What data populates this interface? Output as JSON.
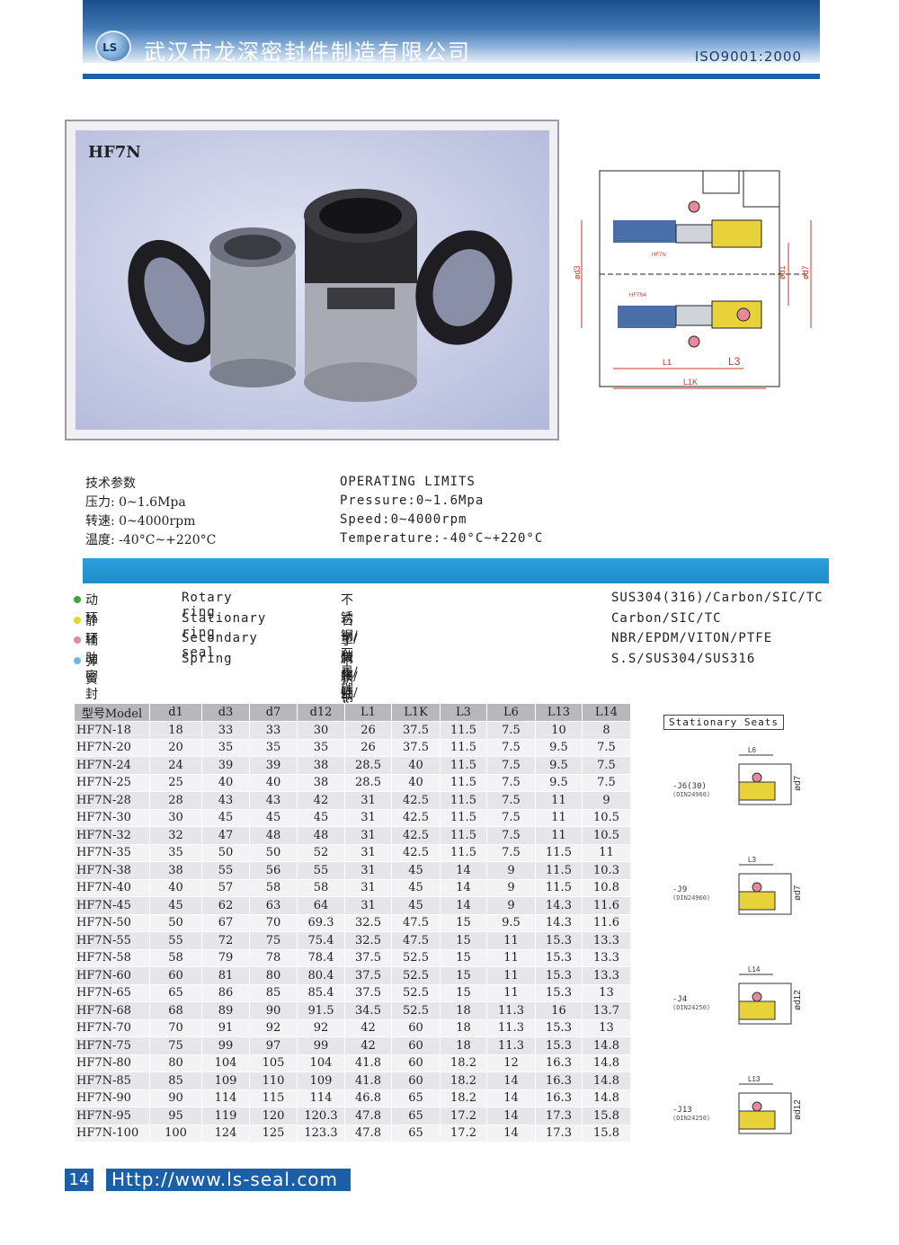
{
  "header": {
    "logo_text": "LS",
    "company": "武汉市龙深密封件制造有限公司",
    "iso": "ISO9001:2000"
  },
  "product": {
    "model": "HF7N"
  },
  "diagram": {
    "labels": {
      "d3": "ød3",
      "d1": "ød1",
      "d7": "ød7",
      "l1": "L1",
      "l3": "L3",
      "l1k": "L1K",
      "part1": "HF7N",
      "part2": "HF7N4"
    }
  },
  "specs_cn": {
    "title": "技术参数",
    "pressure": "压力: 0~1.6Mpa",
    "speed": "转速: 0~4000rpm",
    "temperature": "温度: -40°C~+220°C"
  },
  "specs_en": {
    "title": "OPERATING LIMITS",
    "pressure": "Pressure:0~1.6Mpa",
    "speed": "Speed:0~4000rpm",
    "temperature": "Temperature:-40°C~+220°C"
  },
  "materials": [
    {
      "cn": "动环",
      "en": "Rotary ring",
      "mat_cn": "不锈钢/石墨/碳化硅/碳化钨",
      "mat_en": "SUS304(316)/Carbon/SIC/TC",
      "color": "#3aa83a"
    },
    {
      "cn": "静环",
      "en": "Stationary ring",
      "mat_cn": "石墨/碳化硅/碳化钨",
      "mat_en": "Carbon/SIC/TC",
      "color": "#e8d62a"
    },
    {
      "cn": "辅助密封",
      "en": "Secondary seal",
      "mat_cn": "丁腈胶/三元乙丙/氟胶/聚四氟乙烯",
      "mat_en": "NBR/EPDM/VITON/PTFE",
      "color": "#e58a9a"
    },
    {
      "cn": "弹簧",
      "en": "Spring",
      "mat_cn": "不锈钢",
      "mat_en": "S.S/SUS304/SUS316",
      "color": "#6fb6e0"
    }
  ],
  "table": {
    "headers": [
      "型号Model",
      "d1",
      "d3",
      "d7",
      "d12",
      "L1",
      "L1K",
      "L3",
      "L6",
      "L13",
      "L14"
    ],
    "rows": [
      [
        "HF7N-18",
        "18",
        "33",
        "33",
        "30",
        "26",
        "37.5",
        "11.5",
        "7.5",
        "10",
        "8"
      ],
      [
        "HF7N-20",
        "20",
        "35",
        "35",
        "35",
        "26",
        "37.5",
        "11.5",
        "7.5",
        "9.5",
        "7.5"
      ],
      [
        "HF7N-24",
        "24",
        "39",
        "39",
        "38",
        "28.5",
        "40",
        "11.5",
        "7.5",
        "9.5",
        "7.5"
      ],
      [
        "HF7N-25",
        "25",
        "40",
        "40",
        "38",
        "28.5",
        "40",
        "11.5",
        "7.5",
        "9.5",
        "7.5"
      ],
      [
        "HF7N-28",
        "28",
        "43",
        "43",
        "42",
        "31",
        "42.5",
        "11.5",
        "7.5",
        "11",
        "9"
      ],
      [
        "HF7N-30",
        "30",
        "45",
        "45",
        "45",
        "31",
        "42.5",
        "11.5",
        "7.5",
        "11",
        "10.5"
      ],
      [
        "HF7N-32",
        "32",
        "47",
        "48",
        "48",
        "31",
        "42.5",
        "11.5",
        "7.5",
        "11",
        "10.5"
      ],
      [
        "HF7N-35",
        "35",
        "50",
        "50",
        "52",
        "31",
        "42.5",
        "11.5",
        "7.5",
        "11.5",
        "11"
      ],
      [
        "HF7N-38",
        "38",
        "55",
        "56",
        "55",
        "31",
        "45",
        "14",
        "9",
        "11.5",
        "10.3"
      ],
      [
        "HF7N-40",
        "40",
        "57",
        "58",
        "58",
        "31",
        "45",
        "14",
        "9",
        "11.5",
        "10.8"
      ],
      [
        "HF7N-45",
        "45",
        "62",
        "63",
        "64",
        "31",
        "45",
        "14",
        "9",
        "14.3",
        "11.6"
      ],
      [
        "HF7N-50",
        "50",
        "67",
        "70",
        "69.3",
        "32.5",
        "47.5",
        "15",
        "9.5",
        "14.3",
        "11.6"
      ],
      [
        "HF7N-55",
        "55",
        "72",
        "75",
        "75.4",
        "32.5",
        "47.5",
        "15",
        "11",
        "15.3",
        "13.3"
      ],
      [
        "HF7N-58",
        "58",
        "79",
        "78",
        "78.4",
        "37.5",
        "52.5",
        "15",
        "11",
        "15.3",
        "13.3"
      ],
      [
        "HF7N-60",
        "60",
        "81",
        "80",
        "80.4",
        "37.5",
        "52.5",
        "15",
        "11",
        "15.3",
        "13.3"
      ],
      [
        "HF7N-65",
        "65",
        "86",
        "85",
        "85.4",
        "37.5",
        "52.5",
        "15",
        "11",
        "15.3",
        "13"
      ],
      [
        "HF7N-68",
        "68",
        "89",
        "90",
        "91.5",
        "34.5",
        "52.5",
        "18",
        "11.3",
        "16",
        "13.7"
      ],
      [
        "HF7N-70",
        "70",
        "91",
        "92",
        "92",
        "42",
        "60",
        "18",
        "11.3",
        "15.3",
        "13"
      ],
      [
        "HF7N-75",
        "75",
        "99",
        "97",
        "99",
        "42",
        "60",
        "18",
        "11.3",
        "15.3",
        "14.8"
      ],
      [
        "HF7N-80",
        "80",
        "104",
        "105",
        "104",
        "41.8",
        "60",
        "18.2",
        "12",
        "16.3",
        "14.8"
      ],
      [
        "HF7N-85",
        "85",
        "109",
        "110",
        "109",
        "41.8",
        "60",
        "18.2",
        "14",
        "16.3",
        "14.8"
      ],
      [
        "HF7N-90",
        "90",
        "114",
        "115",
        "114",
        "46.8",
        "65",
        "18.2",
        "14",
        "16.3",
        "14.8"
      ],
      [
        "HF7N-95",
        "95",
        "119",
        "120",
        "120.3",
        "47.8",
        "65",
        "17.2",
        "14",
        "17.3",
        "15.8"
      ],
      [
        "HF7N-100",
        "100",
        "124",
        "125",
        "123.3",
        "47.8",
        "65",
        "17.2",
        "14",
        "17.3",
        "15.8"
      ]
    ]
  },
  "stationary_seats": {
    "title": "Stationary Seats",
    "items": [
      {
        "code": "-J6(30)",
        "std": "(DIN24960)",
        "dim": "L6",
        "side": "ød7"
      },
      {
        "code": "-J9",
        "std": "(DIN24960)",
        "dim": "L3",
        "side": "ød7"
      },
      {
        "code": "-J4",
        "std": "(DIN24250)",
        "dim": "L14",
        "side": "ød12"
      },
      {
        "code": "-J13",
        "std": "(DIN24250)",
        "dim": "L13",
        "side": "ød12"
      }
    ]
  },
  "footer": {
    "page": "14",
    "url": "Http://www.ls-seal.com"
  }
}
